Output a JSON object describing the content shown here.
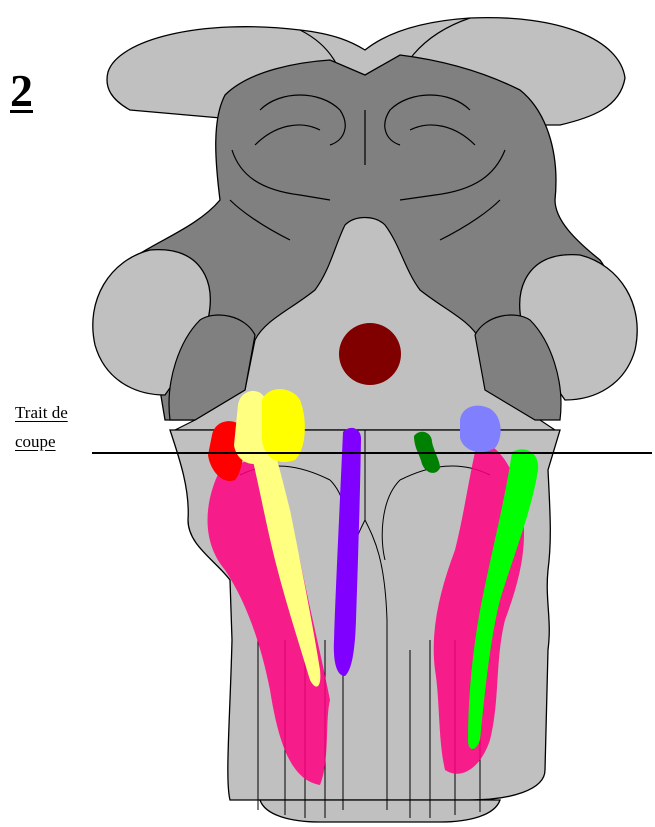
{
  "figure": {
    "number": "2"
  },
  "annotation": {
    "line1": "Trait de",
    "line2": "coupe"
  },
  "colors": {
    "background": "#ffffff",
    "light_gray": "#c0c0c0",
    "dark_gray": "#808080",
    "outline": "#000000",
    "dark_red_dot": "#800000",
    "red": "#ff0000",
    "yellow": "#ffff00",
    "pale_yellow": "#ffff80",
    "violet": "#8000ff",
    "dark_green": "#008000",
    "green": "#00ff00",
    "lavender": "#8080ff",
    "magenta_stipple": "#ff0080"
  }
}
